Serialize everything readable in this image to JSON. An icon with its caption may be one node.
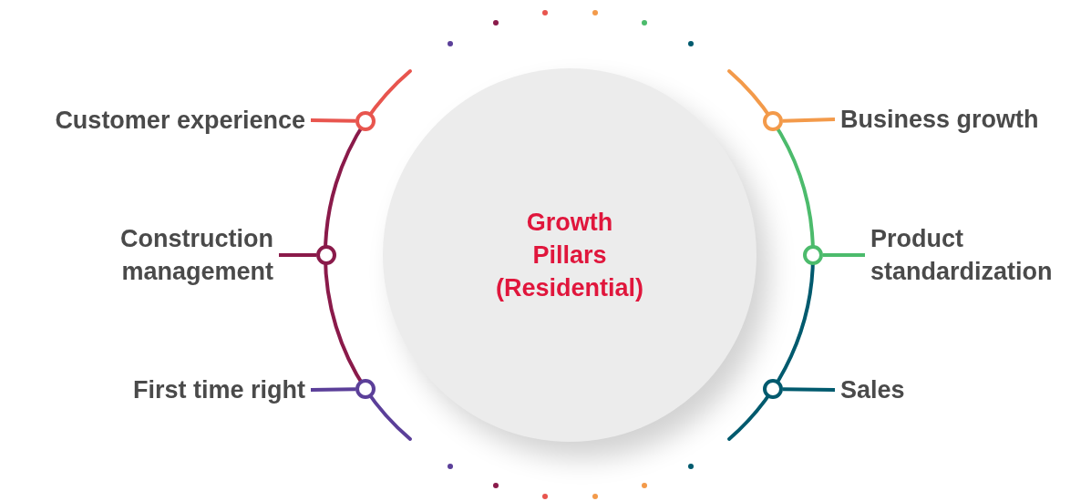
{
  "diagram": {
    "nodes": [
      {
        "text": [
          "Growth Pillars (Residential)"
        ]
      },
      {
        "text": [
          "Customer experience"
        ]
      },
      {
        "text": [],
        "shape": "circle"
      },
      {
        "text": [
          "Business growth"
        ]
      },
      {
        "text": [],
        "shape": "circle"
      },
      {
        "text": [
          "Construction management"
        ]
      },
      {
        "text": [],
        "shape": "circle"
      },
      {
        "text": [
          "Product standardization"
        ]
      },
      {
        "text": [],
        "shape": "circle"
      },
      {
        "text": [
          "First time right"
        ]
      },
      {
        "text": [],
        "shape": "circle"
      },
      {
        "text": [
          "Sales"
        ]
      },
      {
        "text": [],
        "shape": "circle"
      }
    ],
    "edges": [
      {
        "from": 1,
        "to": 2,
        "arrow": "none",
        "color": "#e8554e"
      },
      {
        "from": 3,
        "to": 4,
        "arrow": "none",
        "color": "#f39a4a"
      },
      {
        "from": 5,
        "to": 6,
        "arrow": "none",
        "color": "#8a1a4a"
      },
      {
        "from": 7,
        "to": 8,
        "arrow": "none",
        "color": "#4cbb6c"
      },
      {
        "from": 9,
        "to": 10,
        "arrow": "none",
        "color": "#5b3f99"
      },
      {
        "from": 11,
        "to": 12,
        "arrow": "none",
        "color": "#005a6e"
      }
    ]
  }
}
